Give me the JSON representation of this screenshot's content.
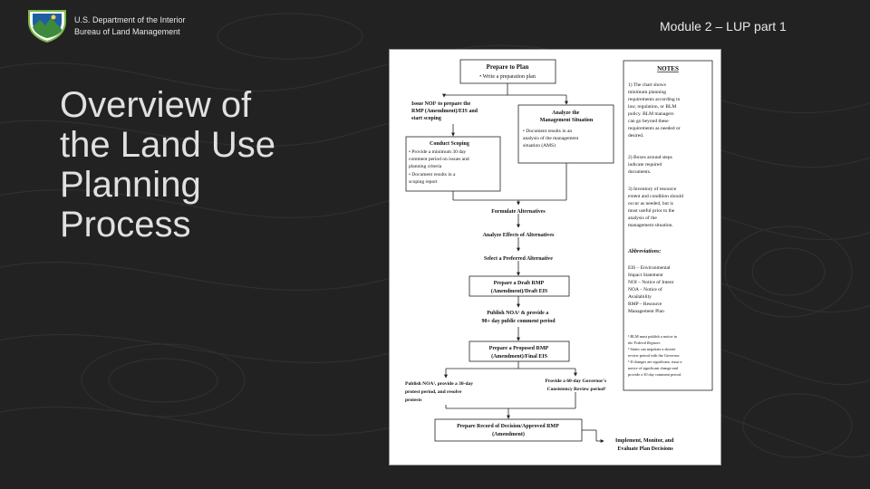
{
  "header": {
    "agency_line1": "U.S. Department of the Interior",
    "agency_line2": "Bureau of Land Management",
    "module": "Module 2 – LUP part 1"
  },
  "slide": {
    "title_lines": [
      "Overview of",
      "the Land Use",
      "Planning",
      "Process"
    ]
  },
  "flowchart": {
    "prepare_title": "Prepare to Plan",
    "prepare_bullet": "• Write a preparation plan",
    "issue_noi_lines": [
      "Issue NOI¹ to prepare the",
      "RMP (Amendment)/EIS and",
      "start scoping"
    ],
    "analyze_title_lines": [
      "Analyze the",
      "Management Situation"
    ],
    "analyze_bullet_lines": [
      "• Document results in an",
      "analysis of the management",
      "situation (AMS)"
    ],
    "scoping_title": "Conduct Scoping",
    "scoping_lines": [
      "• Provide a minimum 30 day",
      "comment period on issues and",
      "planning criteria",
      "• Document results in a",
      "scoping report"
    ],
    "formulate": "Formulate Alternatives",
    "analyze_effects": "Analyze Effects of Alternatives",
    "select_preferred": "Select a Preferred Alternative",
    "draft_lines": [
      "Prepare a Draft RMP",
      "(Amendment)/Draft EIS"
    ],
    "publish_noa_lines": [
      "Publish NOA¹ & provide a",
      "90+ day public comment period"
    ],
    "proposed_lines": [
      "Prepare a Proposed RMP",
      "(Amendment)/Final EIS"
    ],
    "protest_lines": [
      "Publish NOA¹, provide a 30-day",
      "protest period, and resolve",
      "protests"
    ],
    "governor_lines": [
      "Provide a 60-day Governor's",
      "Consistency Review period²"
    ],
    "record_lines": [
      "Prepare Record of Decision/Approved RMP",
      "(Amendment)"
    ],
    "implement_lines": [
      "Implement, Monitor, and",
      "Evaluate Plan Decisions"
    ]
  },
  "notes": {
    "heading": "NOTES",
    "note1_lines": [
      "1)  The chart shows",
      "minimum planning",
      "requirements according to",
      "law, regulation, or BLM",
      "policy.  BLM managers",
      "can go beyond these",
      "requirements as needed or",
      "desired."
    ],
    "note2_lines": [
      "2)  Boxes around steps",
      "indicate required",
      "documents."
    ],
    "note3_lines": [
      "3)  Inventory of resource",
      "extent and condition should",
      "occur as needed, but is",
      "most useful prior to the",
      "analysis of the",
      "management situation."
    ],
    "abbr_heading": "Abbreviations:",
    "abbr_lines": [
      "EIS – Environmental",
      "Impact Statement",
      "NOI – Notice of Intent",
      "NOA – Notice of",
      "Availability",
      "RMP – Resource",
      "Management Plan"
    ],
    "footnote_lines": [
      "¹ BLM must publish a notice in",
      "the Federal Register.",
      "² States can negotiate a shorter",
      "review period with the Governor.",
      "³ If changes are significant, issue a",
      "notice of significant change and",
      "provide a 30 day comment period."
    ]
  }
}
